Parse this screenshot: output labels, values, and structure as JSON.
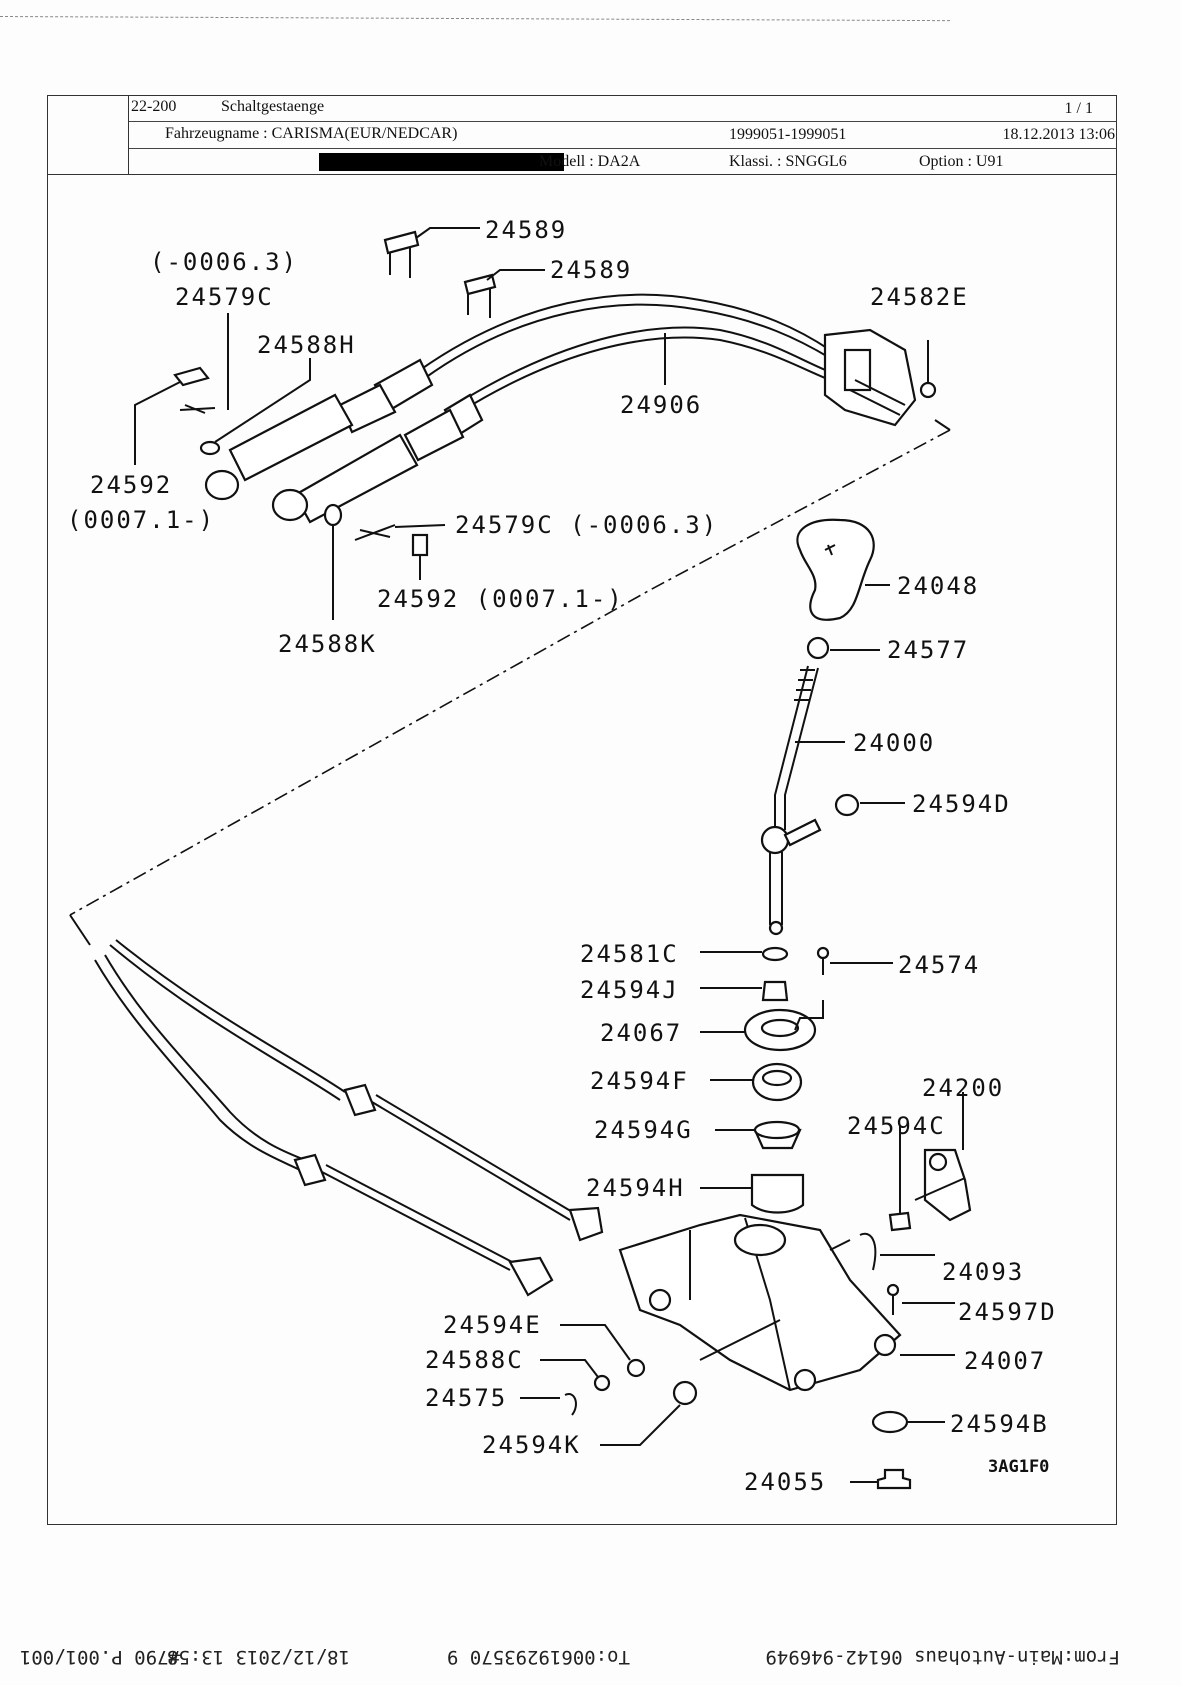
{
  "header": {
    "section_code": "22-200",
    "section_title": "Schaltgestaenge",
    "page": "1 / 1",
    "vehicle_name": "Fahrzeugname : CARISMA(EUR/NEDCAR)",
    "serial_range": "1999051-1999051",
    "print_date": "18.12.2013  13:06",
    "model": "Modell : DA2A",
    "classification": "Klassi. : SNGGL6",
    "option": "Option : U91"
  },
  "diagram": {
    "title": "Schaltgestaenge",
    "figure_code": "3AG1F0",
    "labels": {
      "p24589_a": "24589",
      "p24589_b": "24589",
      "p24579c_note": "(-0006.3)",
      "p24579c_a": "24579C",
      "p24588h": "24588H",
      "p24582e": "24582E",
      "p24906": "24906",
      "p24592_a": "24592",
      "p24592_a_note": "(0007.1-)",
      "p24579c_b": "24579C (-0006.3)",
      "p24592_b": "24592 (0007.1-)",
      "p24588k": "24588K",
      "p24048": "24048",
      "p24577": "24577",
      "p24000": "24000",
      "p24594d": "24594D",
      "p24581c": "24581C",
      "p24574": "24574",
      "p24594j": "24594J",
      "p24067": "24067",
      "p24594f": "24594F",
      "p24200": "24200",
      "p24594g": "24594G",
      "p24594c": "24594C",
      "p24594h": "24594H",
      "p24093": "24093",
      "p24597d": "24597D",
      "p24594e": "24594E",
      "p24007": "24007",
      "p24588c": "24588C",
      "p24575": "24575",
      "p24594b": "24594B",
      "p24594k": "24594K",
      "p24055": "24055"
    }
  },
  "fax_footer": {
    "from": "From:Main-Autohaus 06142-946949",
    "to": "To:00619293570 9",
    "datetime": "18/12/2013 13:58",
    "page_info": "#790 P.001/001"
  }
}
